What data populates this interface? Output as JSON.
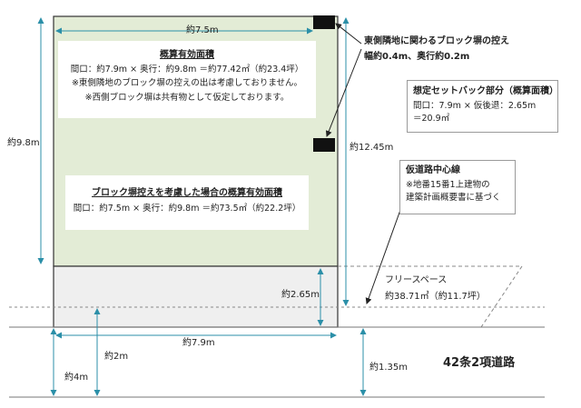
{
  "dimensions": {
    "top_width": "約7.5m",
    "left_depth": "約9.8m",
    "right_depth": "約12.45m",
    "setback_depth": "約2.65m",
    "bottom_width": "約7.9m",
    "dist_2m": "約2m",
    "dist_4m": "約4m",
    "dist_135": "約1.35m"
  },
  "main_box": {
    "title": "概算有効面積",
    "line1": "間口：約7.9m × 奥行：約9.8m ＝約77.42㎡（約23.4坪）",
    "note1": "※東側隣地のブロック塀の控えの出は考慮しておりません。",
    "note2": "※西側ブロック塀は共有物として仮定しております。"
  },
  "block_box": {
    "title": "ブロック塀控えを考慮した場合の概算有効面積",
    "line1": "間口：約7.5m × 奥行：約9.8m ＝約73.5㎡（約22.2坪）"
  },
  "east_note": {
    "line1": "東側隣地に関わるブロック塀の控え",
    "line2": "幅約0.4m、奥行約0.2m"
  },
  "setback_box": {
    "title": "想定セットバック部分（概算面積）",
    "line1": "間口：7.9m × 仮後退：2.65m",
    "line2": "＝20.9㎡"
  },
  "road_center_box": {
    "title": "仮道路中心線",
    "line1": "※地番15番1上建物の",
    "line2": "建築計画概要書に基づく"
  },
  "free_space": {
    "title": "フリースペース",
    "area": "約38.71㎡（約11.7坪）"
  },
  "road_label": "42条2項道路",
  "colors": {
    "lot_fill": "#e3ecd6",
    "setback_fill": "#efefef",
    "dim_line": "#2b8fa8",
    "outline": "#333333"
  }
}
